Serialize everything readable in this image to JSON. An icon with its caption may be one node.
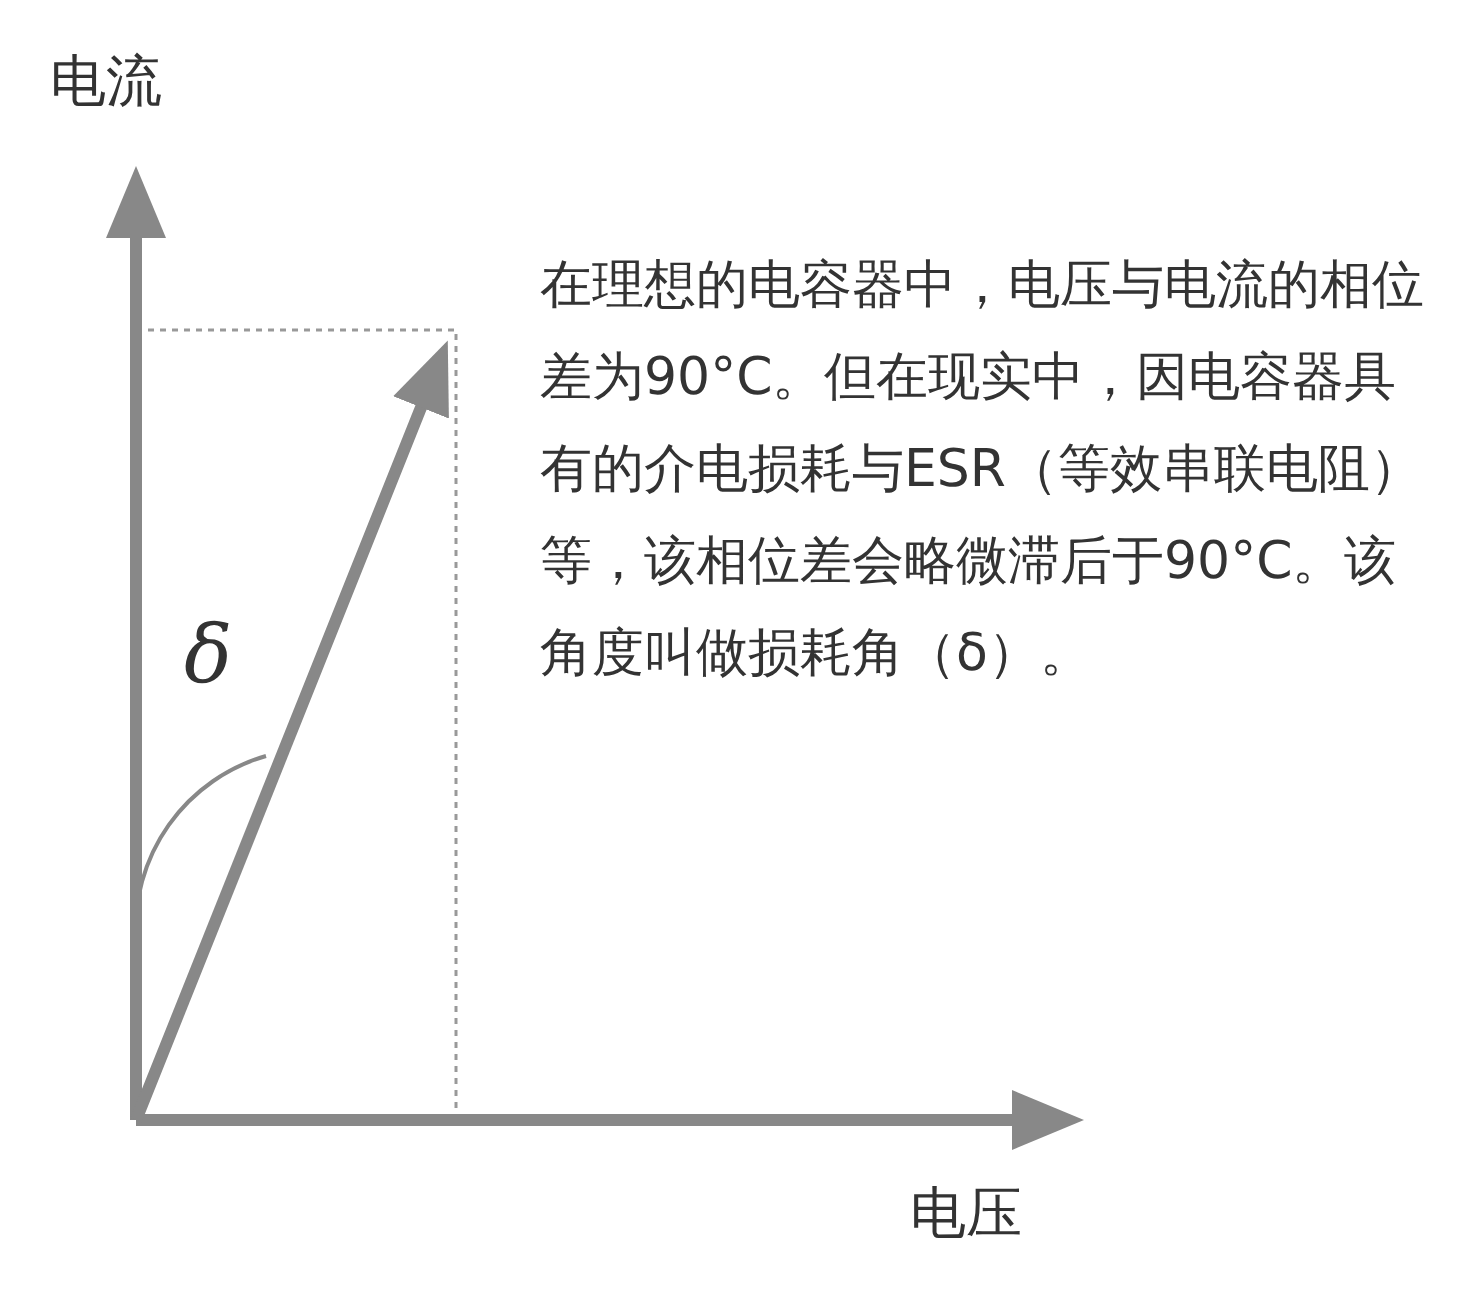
{
  "diagram": {
    "labels": [
      "电流",
      "δ",
      "在理想的电容器中，电压与电流的相位差为90°C。但在现实中，因电容器具有的介电损耗与ESR（等效串联电阻）等，该相位差会略微滞后于90°C。该角度叫做损耗角（δ）。",
      "电压"
    ]
  }
}
